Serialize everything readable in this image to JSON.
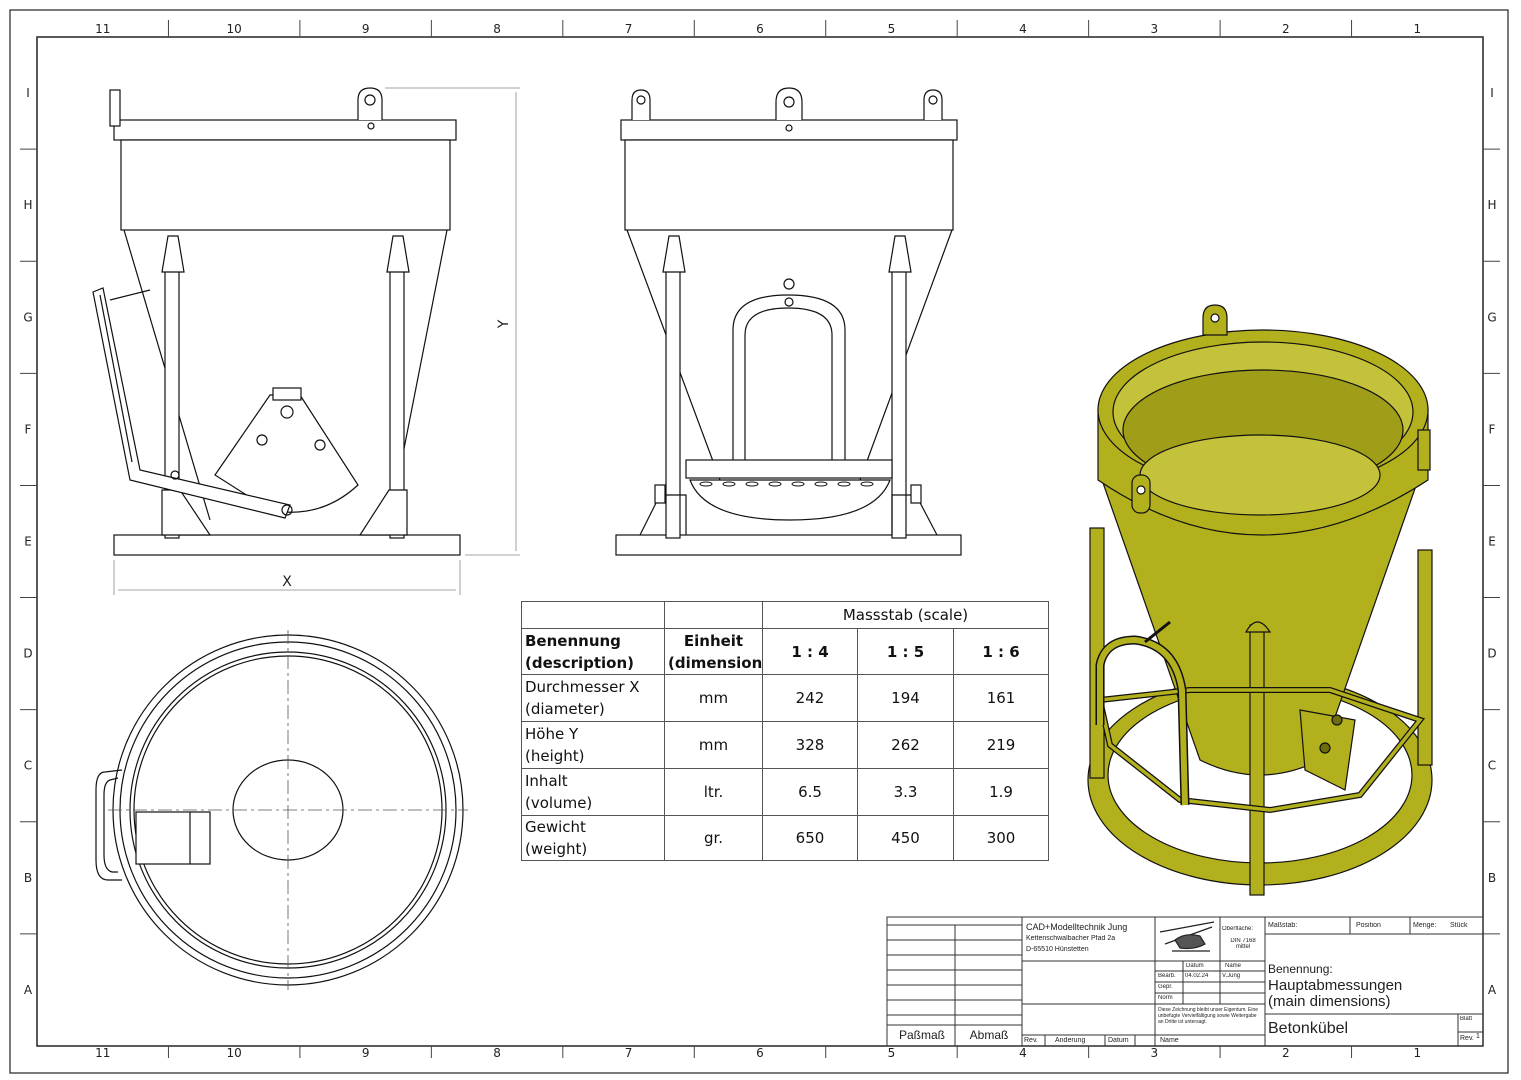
{
  "sheet": {
    "column_numbers": [
      "11",
      "10",
      "9",
      "8",
      "7",
      "6",
      "5",
      "4",
      "3",
      "2",
      "1"
    ],
    "row_letters": [
      "I",
      "H",
      "G",
      "F",
      "E",
      "D",
      "C",
      "B",
      "A"
    ]
  },
  "drawing": {
    "dim_x_label": "X",
    "dim_y_label": "Y",
    "iso_color": "#b3b01e",
    "iso_dark_color": "#6f6c0c",
    "line_color": "#111111"
  },
  "scale_table": {
    "scale_header": "Massstab (scale)",
    "col_description": "Benennung\n(description)",
    "col_unit": "Einheit\n(dimension)",
    "scales": [
      "1 : 4",
      "1 : 5",
      "1 : 6"
    ],
    "rows": [
      {
        "label": "Durchmesser X\n(diameter)",
        "unit": "mm",
        "values": [
          "242",
          "194",
          "161"
        ]
      },
      {
        "label": "Höhe Y\n(height)",
        "unit": "mm",
        "values": [
          "328",
          "262",
          "219"
        ]
      },
      {
        "label": "Inhalt\n(volume)",
        "unit": "ltr.",
        "values": [
          "6.5",
          "3.3",
          "1.9"
        ]
      },
      {
        "label": "Gewicht\n(weight)",
        "unit": "gr.",
        "values": [
          "650",
          "450",
          "300"
        ]
      }
    ]
  },
  "title_block": {
    "company": "CAD+Modelltechnik Jung",
    "street": "Kettenschwalbacher Pfad 2a",
    "city": "D-65510 Hünstetten",
    "surface_label": "Oberfläche:",
    "surface_value": "DIN 7168\nmittel",
    "scale_label": "Maßstab:",
    "position_label": "Position",
    "quantity_label": "Menge:",
    "pieces_label": "Stück",
    "date_label": "Datum",
    "name_label": "Name",
    "drawn_label": "Bearb.",
    "drawn_date": "04.02.24",
    "drawn_name": "V.Jung",
    "checked_label": "Gepr.",
    "norm_label": "Norm",
    "designation_label": "Benennung:",
    "designation_line1": "Hauptabmessungen",
    "designation_line2": "(main dimensions)",
    "part_name": "Betonkübel",
    "copyright": "Diese Zeichnung bleibt unser Eigentum. Eine unbefugte Vervielfältigung sowie Weitergabe an Dritte ist untersagt.",
    "sheet_label": "Blatt",
    "rev_label": "Rev.",
    "rev_value": "1",
    "fit_label": "Paßmaß",
    "deviation_label": "Abmaß",
    "change_label": "Änderung",
    "date_short": "Datum",
    "name_short": "Name",
    "rev_short": "Rev."
  }
}
